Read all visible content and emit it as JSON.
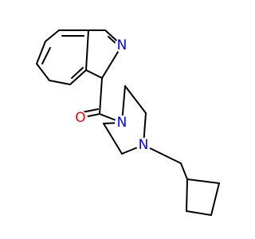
{
  "molecule": {
    "colors": {
      "bond": "#000000",
      "N": "#0000FF",
      "O": "#FF0000"
    },
    "atom_labels": [
      {
        "id": "n-isoquinoline",
        "element": "N",
        "text": "N"
      },
      {
        "id": "o-carbonyl",
        "element": "O",
        "text": "O"
      },
      {
        "id": "n-piperazine-amide",
        "element": "N",
        "text": "N"
      },
      {
        "id": "n-piperazine-alkyl",
        "element": "N",
        "text": "N"
      }
    ]
  }
}
